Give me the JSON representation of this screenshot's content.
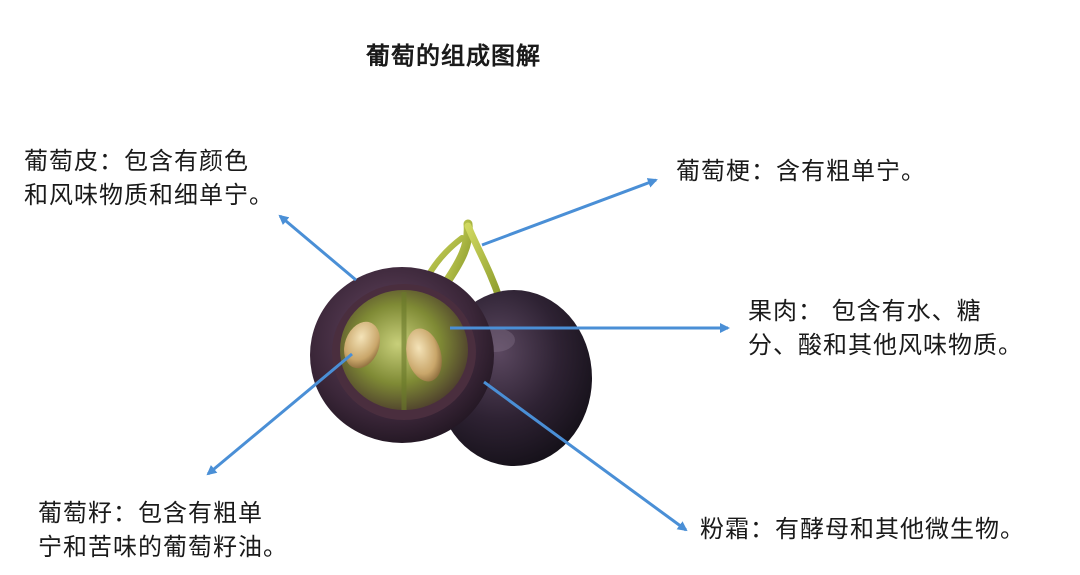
{
  "title": "葡萄的组成图解",
  "colors": {
    "arrow": "#4a8fd6",
    "grape_skin": "#3a2638",
    "flesh": "#8e9a3a",
    "stem": "#a9b83a"
  },
  "labels": {
    "skin": {
      "lines": [
        "葡萄皮：包含有颜色",
        "和风味物质和细单宁。"
      ]
    },
    "stem": {
      "lines": [
        "葡萄梗：含有粗单宁。"
      ]
    },
    "flesh": {
      "lines": [
        "果肉： 包含有水、糖",
        "分、酸和其他风味物质。"
      ]
    },
    "seed": {
      "lines": [
        "葡萄籽：包含有粗单",
        "宁和苦味的葡萄籽油。"
      ]
    },
    "bloom": {
      "lines": [
        "粉霜：有酵母和其他微生物。"
      ]
    }
  }
}
